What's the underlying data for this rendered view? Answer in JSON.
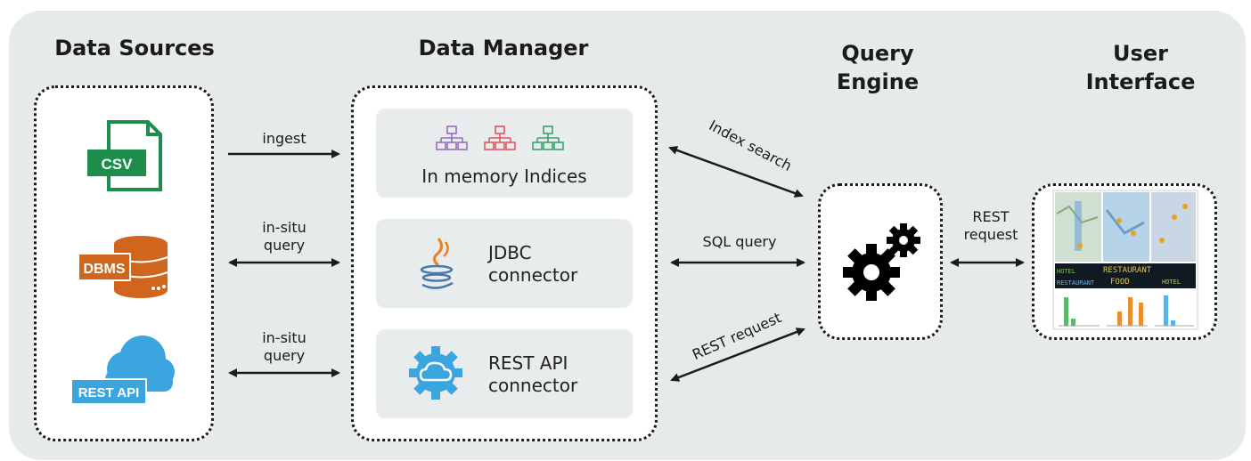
{
  "columns": {
    "data_sources": "Data Sources",
    "data_manager": "Data Manager",
    "query_engine": [
      "Query",
      "Engine"
    ],
    "user_interface": [
      "User",
      "Interface"
    ]
  },
  "sources": {
    "csv": "CSV",
    "dbms": "DBMS",
    "rest_api": "REST API"
  },
  "manager_cards": {
    "indices": "In memory Indices",
    "jdbc": [
      "JDBC",
      "connector"
    ],
    "rest": [
      "REST API",
      "connector"
    ]
  },
  "edges": {
    "ingest": "ingest",
    "in_situ_1": [
      "in-situ",
      "query"
    ],
    "in_situ_2": [
      "in-situ",
      "query"
    ],
    "index_search": "Index search",
    "sql_query": "SQL query",
    "rest_request_diag": "REST request",
    "rest_request_ui": [
      "REST",
      "request"
    ]
  },
  "ui_thumbnail_words": [
    "HOTEL",
    "RESTAURANT",
    "FOOD",
    "RESTAURANT",
    "HOTEL"
  ],
  "colors": {
    "panel_bg": "#e6eaea",
    "csv_green": "#1e8c4a",
    "dbms_orange": "#d0651e",
    "rest_blue": "#3aa5df",
    "jdbc_orange": "#e8821e",
    "jdbc_blue": "#4a79a8",
    "index_purple": "#9a6bc2",
    "index_red": "#e0575f",
    "index_green": "#3aa36a"
  }
}
